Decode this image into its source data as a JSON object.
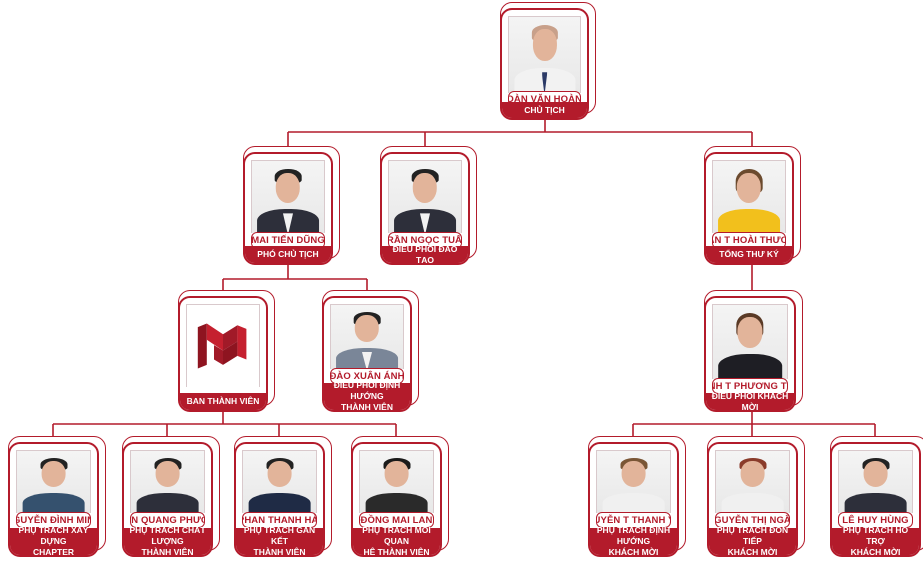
{
  "org": {
    "chairman": {
      "name": "ĐOÀN VĂN HOÀNG",
      "role": "CHỦ TỊCH"
    },
    "vice_chairman": {
      "name": "MAI TIẾN DŨNG",
      "role": "PHÓ CHỦ TỊCH"
    },
    "training_coordinator": {
      "name": "TRẦN NGỌC TUẤN",
      "role": "ĐIỀU PHỐI ĐÀO TẠO"
    },
    "secretary_general": {
      "name": "TRẦN T HOÀI THƯƠNG",
      "role": "TỔNG THƯ KÝ"
    },
    "member_board": {
      "logo_text": "MC",
      "role": "BAN THÀNH VIÊN"
    },
    "member_orientation": {
      "name": "ĐÀO XUÂN ÁNH",
      "role_line1": "ĐIỀU PHỐI ĐỊNH HƯỚNG",
      "role_line2": "THÀNH VIÊN"
    },
    "guest_coordinator": {
      "name": "TRỊNH T PHƯƠNG THÚY",
      "role": "ĐIỀU PHỐI KHÁCH MỜI"
    },
    "members": [
      {
        "name": "NGUYỄN ĐÌNH MINH",
        "role_line1": "PHỤ TRÁCH XÂY DỰNG",
        "role_line2": "CHAPTER"
      },
      {
        "name": "TRẦN QUANG PHƯƠNG",
        "role_line1": "PHỤ TRÁCH CHẤT LƯỢNG",
        "role_line2": "THÀNH VIÊN"
      },
      {
        "name": "PHAN THANH HẢI",
        "role_line1": "PHỤ TRÁCH GẮN KẾT",
        "role_line2": "THÀNH VIÊN"
      },
      {
        "name": "ĐỒNG MAI LAN",
        "role_line1": "PHỤ TRÁCH MỐI QUAN",
        "role_line2": "HỆ THÀNH VIÊN"
      }
    ],
    "guests": [
      {
        "name": "NGUYỄN T THANH YẾN",
        "role_line1": "PHỤ TRÁCH ĐỊNH HƯỚNG",
        "role_line2": "KHÁCH MỜI"
      },
      {
        "name": "NGUYỄN THỊ NGÂN",
        "role_line1": "PHỤ TRÁCH ĐÓN TIẾP",
        "role_line2": "KHÁCH MỜI"
      },
      {
        "name": "LÊ HUY HÙNG",
        "role_line1": "PHỤ TRÁCH HỖ TRỢ",
        "role_line2": "KHÁCH MỜI"
      }
    ]
  },
  "colors": {
    "brand": "#b31b2b",
    "line": "#b31b2b"
  }
}
